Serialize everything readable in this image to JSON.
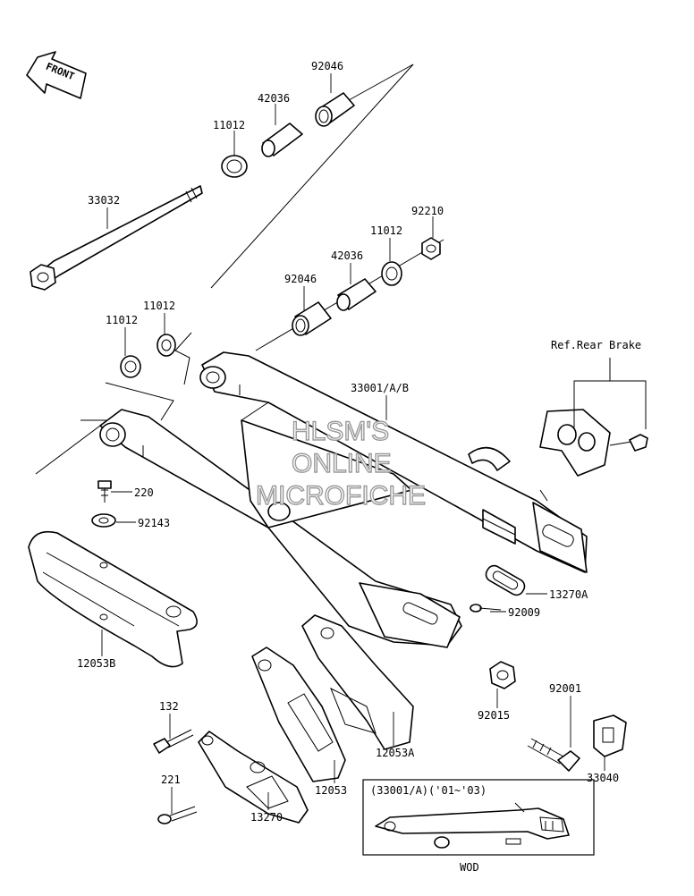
{
  "front_arrow": {
    "label": "FRONT"
  },
  "watermark": {
    "line1": "HLSM'S",
    "line2": "ONLINE",
    "line3": "MICROFICHE"
  },
  "reference": {
    "label": "Ref.Rear Brake"
  },
  "inset": {
    "title": "(33001/A)('01~'03)",
    "caption": "WOD"
  },
  "part_labels": [
    {
      "id": "p92046a",
      "text": "92046"
    },
    {
      "id": "p42036a",
      "text": "42036"
    },
    {
      "id": "p11012a",
      "text": "11012"
    },
    {
      "id": "p33032",
      "text": "33032"
    },
    {
      "id": "p92210",
      "text": "92210"
    },
    {
      "id": "p11012b",
      "text": "11012"
    },
    {
      "id": "p42036b",
      "text": "42036"
    },
    {
      "id": "p92046b",
      "text": "92046"
    },
    {
      "id": "p11012c",
      "text": "11012"
    },
    {
      "id": "p11012d",
      "text": "11012"
    },
    {
      "id": "p33001",
      "text": "33001/A/B"
    },
    {
      "id": "p220",
      "text": "220"
    },
    {
      "id": "p92143",
      "text": "92143"
    },
    {
      "id": "p13270A",
      "text": "13270A"
    },
    {
      "id": "p92009",
      "text": "92009"
    },
    {
      "id": "p12053B",
      "text": "12053B"
    },
    {
      "id": "p92001",
      "text": "92001"
    },
    {
      "id": "p92015",
      "text": "92015"
    },
    {
      "id": "p132",
      "text": "132"
    },
    {
      "id": "p12053A",
      "text": "12053A"
    },
    {
      "id": "p33040",
      "text": "33040"
    },
    {
      "id": "p12053",
      "text": "12053"
    },
    {
      "id": "p221",
      "text": "221"
    },
    {
      "id": "p13270",
      "text": "13270"
    }
  ]
}
